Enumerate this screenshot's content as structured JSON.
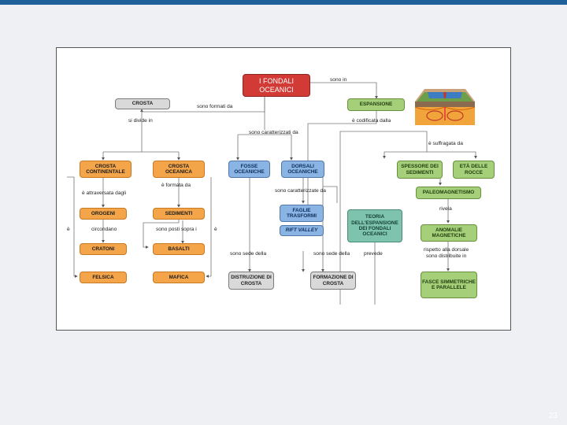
{
  "nodes": {
    "fondali": "I FONDALI OCEANICI",
    "crosta": "CROSTA",
    "espansione": "ESPANSIONE",
    "crosta_continentale": "CROSTA CONTINENTALE",
    "crosta_oceanica": "CROSTA OCEANICA",
    "fosse": "FOSSE OCEANICHE",
    "dorsali": "DORSALI OCEANICHE",
    "spessore": "SPESSORE DEI SEDIMENTI",
    "eta": "ETÀ DELLE ROCCE",
    "paleomagnetismo": "PALEOMAGNETISMO",
    "orogeni": "OROGENI",
    "sedimenti": "SEDIMENTI",
    "faglie": "FAGLIE TRASFORMI",
    "rift": "RIFT VALLEY",
    "teoria": "TEORIA DELL'ESPANSIONE DEI FONDALI OCEANICI",
    "anomalie": "ANOMALIE MAGNETICHE",
    "cratoni": "CRATONI",
    "basalti": "BASALTI",
    "felsica": "FELSICA",
    "mafica": "MAFICA",
    "distruzione": "DISTRUZIONE DI CROSTA",
    "formazione": "FORMAZIONE DI CROSTA",
    "fasce": "FASCE SIMMETRICHE E PARALLELE"
  },
  "labels": {
    "sono_in": "sono in",
    "sono_formati_da": "sono formati da",
    "si_divide_in": "si divide in",
    "sono_caratterizzati_da": "sono caratterizzati da",
    "e_codificata_dalla": "è codificata dalla",
    "e_suffragata_da": "è suffragata da",
    "e_attraversata_dagli": "è attraversata dagli",
    "e_formata_da": "è formata da",
    "sono_caratterizzate_da": "sono caratterizzate da",
    "rivela": "rivela",
    "circondano": "circondano",
    "sono_posti_sopra_i": "sono posti sopra i",
    "e_left": "è",
    "e_right": "è",
    "sono_sede_della_1": "sono sede della",
    "sono_sede_della_2": "sono sede della",
    "prevede": "prevede",
    "rispetto_alla_dorsale": "rispetto alla dorsale",
    "sono_distribuite_in": "sono distribuite in"
  },
  "illustration": "ridge-spreading-illustration",
  "page_number": "23",
  "colors": {
    "topbar": "#1f5f9a",
    "red": "#d23a35",
    "orange": "#f4a54a",
    "blue": "#8ab4e3",
    "green": "#a6cf7a",
    "teal": "#7dc3ad",
    "grey": "#d9d9d9"
  }
}
